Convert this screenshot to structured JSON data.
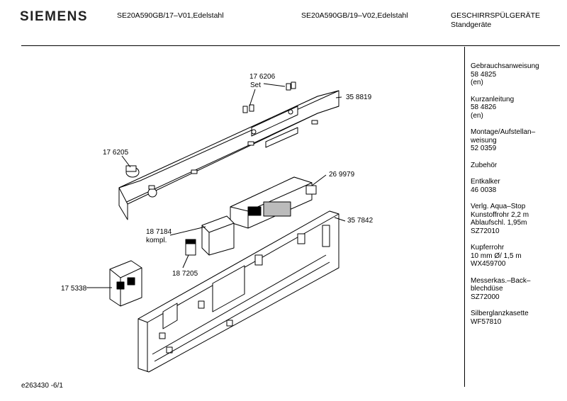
{
  "header": {
    "brand": "SIEMENS",
    "model_a": "SE20A590GB/17–V01,Edelstahl",
    "model_b": "SE20A590GB/19–V02,Edelstahl",
    "category_line1": "GESCHIRRSPÜLGERÄTE",
    "category_line2": "Standgeräte"
  },
  "side_panel": [
    {
      "lines": [
        "Gebrauchsanweisung",
        "58 4825",
        "(en)"
      ]
    },
    {
      "lines": [
        "Kurzanleitung",
        "58 4826",
        "(en)"
      ]
    },
    {
      "lines": [
        "Montage/Aufstellan–",
        "weisung",
        "52 0359"
      ]
    },
    {
      "lines": [
        "Zubehör"
      ]
    },
    {
      "lines": [
        "Entkalker",
        "46 0038"
      ]
    },
    {
      "lines": [
        "Verlg. Aqua–Stop",
        "Kunstoffrohr 2,2 m",
        "Ablaufschl. 1,95m",
        "SZ72010"
      ]
    },
    {
      "lines": [
        "Kupferrohr",
        "10 mm Ø/ 1,5 m",
        "WX459700"
      ]
    },
    {
      "lines": [
        "Messerkas.–Back–",
        "blechdüse",
        "SZ72000"
      ]
    },
    {
      "lines": [
        "Silberglanzkasette",
        "WF57810"
      ]
    }
  ],
  "part_labels": {
    "p176206": "17 6206",
    "set": "Set",
    "p358819": "35 8819",
    "p176205": "17 6205",
    "p269979": "26 9979",
    "p357842": "35 7842",
    "p187184": "18 7184",
    "kompl": "kompl.",
    "p187205": "18 7205",
    "p175338": "17 5338"
  },
  "footer": {
    "code": "e263430 -6/1"
  }
}
